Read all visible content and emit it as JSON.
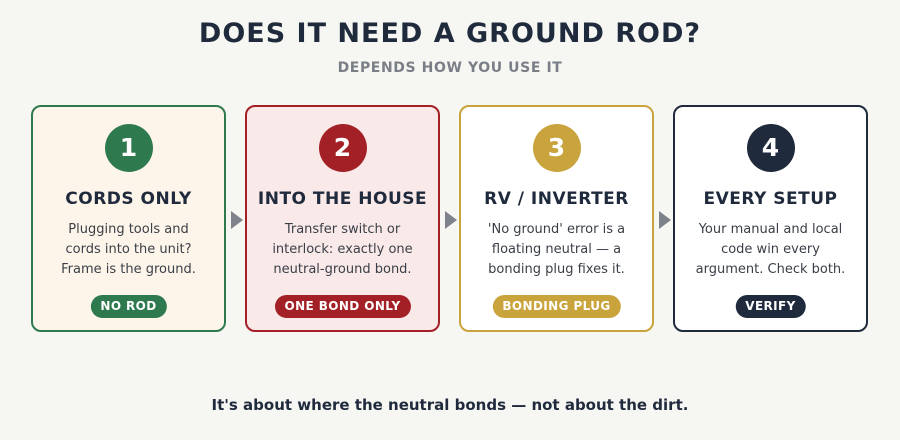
{
  "header": {
    "title": "DOES IT NEED A GROUND ROD?",
    "subtitle": "DEPENDS HOW YOU USE IT"
  },
  "colors": {
    "green": "#2e7a4e",
    "red": "#a32126",
    "gold": "#c9a33c",
    "navy": "#1f2a3c",
    "arrow": "#7e838b"
  },
  "cards": [
    {
      "number": "1",
      "title": "CORDS ONLY",
      "lines": [
        "Plugging tools and",
        "cords into the unit?",
        "Frame is the ground."
      ],
      "badge": "NO ROD"
    },
    {
      "number": "2",
      "title": "INTO THE HOUSE",
      "lines": [
        "Transfer switch or",
        "interlock: exactly one",
        "neutral-ground bond."
      ],
      "badge": "ONE BOND ONLY"
    },
    {
      "number": "3",
      "title": "RV / INVERTER",
      "lines": [
        "'No ground' error is a",
        "floating neutral — a",
        "bonding plug fixes it."
      ],
      "badge": "BONDING PLUG"
    },
    {
      "number": "4",
      "title": "EVERY SETUP",
      "lines": [
        "Your manual and local",
        "code win every",
        "argument. Check both."
      ],
      "badge": "VERIFY"
    }
  ],
  "footer": "It's about where the neutral bonds — not about the dirt."
}
